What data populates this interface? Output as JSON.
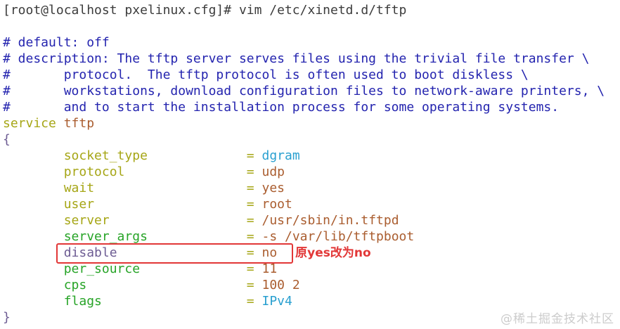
{
  "colors": {
    "plain": "#3c3c3c",
    "comment": "#2424af",
    "olive": "#a6a616",
    "green": "#27a427",
    "purple": "#6d5c93",
    "brown": "#aa5d2f",
    "cyan": "#2aa0d0",
    "red": "#e23737",
    "watermark": "#cccccc"
  },
  "terminal": {
    "lines": [
      {
        "name": "shell-prompt-line",
        "segments": [
          [
            "[root@localhost pxelinux.cfg]# vim /etc/xinetd.d/tftp",
            "plain"
          ]
        ]
      },
      {
        "name": "blank-line",
        "segments": []
      },
      {
        "name": "comment-line-default",
        "segments": [
          [
            "# default: off",
            "comment"
          ]
        ]
      },
      {
        "name": "comment-line-description",
        "segments": [
          [
            "# description: The tftp server serves files using the trivial file transfer \\",
            "comment"
          ]
        ]
      },
      {
        "name": "comment-line-protocol",
        "segments": [
          [
            "#       protocol.  The tftp protocol is often used to boot diskless \\",
            "comment"
          ]
        ]
      },
      {
        "name": "comment-line-workstations",
        "segments": [
          [
            "#       workstations, download configuration files to network-aware printers, \\",
            "comment"
          ]
        ]
      },
      {
        "name": "comment-line-install",
        "segments": [
          [
            "#       and to start the installation process for some operating systems.",
            "comment"
          ]
        ]
      },
      {
        "name": "service-line",
        "segments": [
          [
            "service ",
            "olive"
          ],
          [
            "tftp",
            "brown"
          ]
        ]
      },
      {
        "name": "open-brace-line",
        "segments": [
          [
            "{",
            "purple"
          ]
        ]
      },
      {
        "name": "config-line-socket-type",
        "segments": [
          [
            "        ",
            "plain"
          ],
          [
            "socket_type             ",
            "olive"
          ],
          [
            "= ",
            "olive"
          ],
          [
            "dgram",
            "cyan"
          ]
        ]
      },
      {
        "name": "config-line-protocol",
        "segments": [
          [
            "        ",
            "plain"
          ],
          [
            "protocol                ",
            "olive"
          ],
          [
            "= ",
            "olive"
          ],
          [
            "udp",
            "brown"
          ]
        ]
      },
      {
        "name": "config-line-wait",
        "segments": [
          [
            "        ",
            "plain"
          ],
          [
            "wait                    ",
            "olive"
          ],
          [
            "= ",
            "olive"
          ],
          [
            "yes",
            "brown"
          ]
        ]
      },
      {
        "name": "config-line-user",
        "segments": [
          [
            "        ",
            "plain"
          ],
          [
            "user                    ",
            "olive"
          ],
          [
            "= ",
            "olive"
          ],
          [
            "root",
            "brown"
          ]
        ]
      },
      {
        "name": "config-line-server",
        "segments": [
          [
            "        ",
            "plain"
          ],
          [
            "server                  ",
            "olive"
          ],
          [
            "= ",
            "olive"
          ],
          [
            "/usr/sbin/in.tftpd",
            "brown"
          ]
        ]
      },
      {
        "name": "config-line-server-args",
        "segments": [
          [
            "        ",
            "plain"
          ],
          [
            "server_args             ",
            "green"
          ],
          [
            "= ",
            "olive"
          ],
          [
            "-s /var/lib/tftpboot",
            "brown"
          ]
        ]
      },
      {
        "name": "config-line-disable",
        "segments": [
          [
            "        ",
            "plain"
          ],
          [
            "disable                 ",
            "purple"
          ],
          [
            "= ",
            "olive"
          ],
          [
            "no",
            "brown"
          ]
        ],
        "annotation": "原yes改为no"
      },
      {
        "name": "config-line-per-source",
        "segments": [
          [
            "        ",
            "plain"
          ],
          [
            "per_source              ",
            "green"
          ],
          [
            "= ",
            "olive"
          ],
          [
            "11",
            "brown"
          ]
        ]
      },
      {
        "name": "config-line-cps",
        "segments": [
          [
            "        ",
            "plain"
          ],
          [
            "cps                     ",
            "green"
          ],
          [
            "= ",
            "olive"
          ],
          [
            "100 2",
            "brown"
          ]
        ]
      },
      {
        "name": "config-line-flags",
        "segments": [
          [
            "        ",
            "plain"
          ],
          [
            "flags                   ",
            "green"
          ],
          [
            "= ",
            "olive"
          ],
          [
            "IPv4",
            "cyan"
          ]
        ]
      },
      {
        "name": "close-brace-line",
        "segments": [
          [
            "}",
            "purple"
          ]
        ]
      }
    ]
  },
  "watermark": {
    "text": "@稀土掘金技术社区"
  }
}
